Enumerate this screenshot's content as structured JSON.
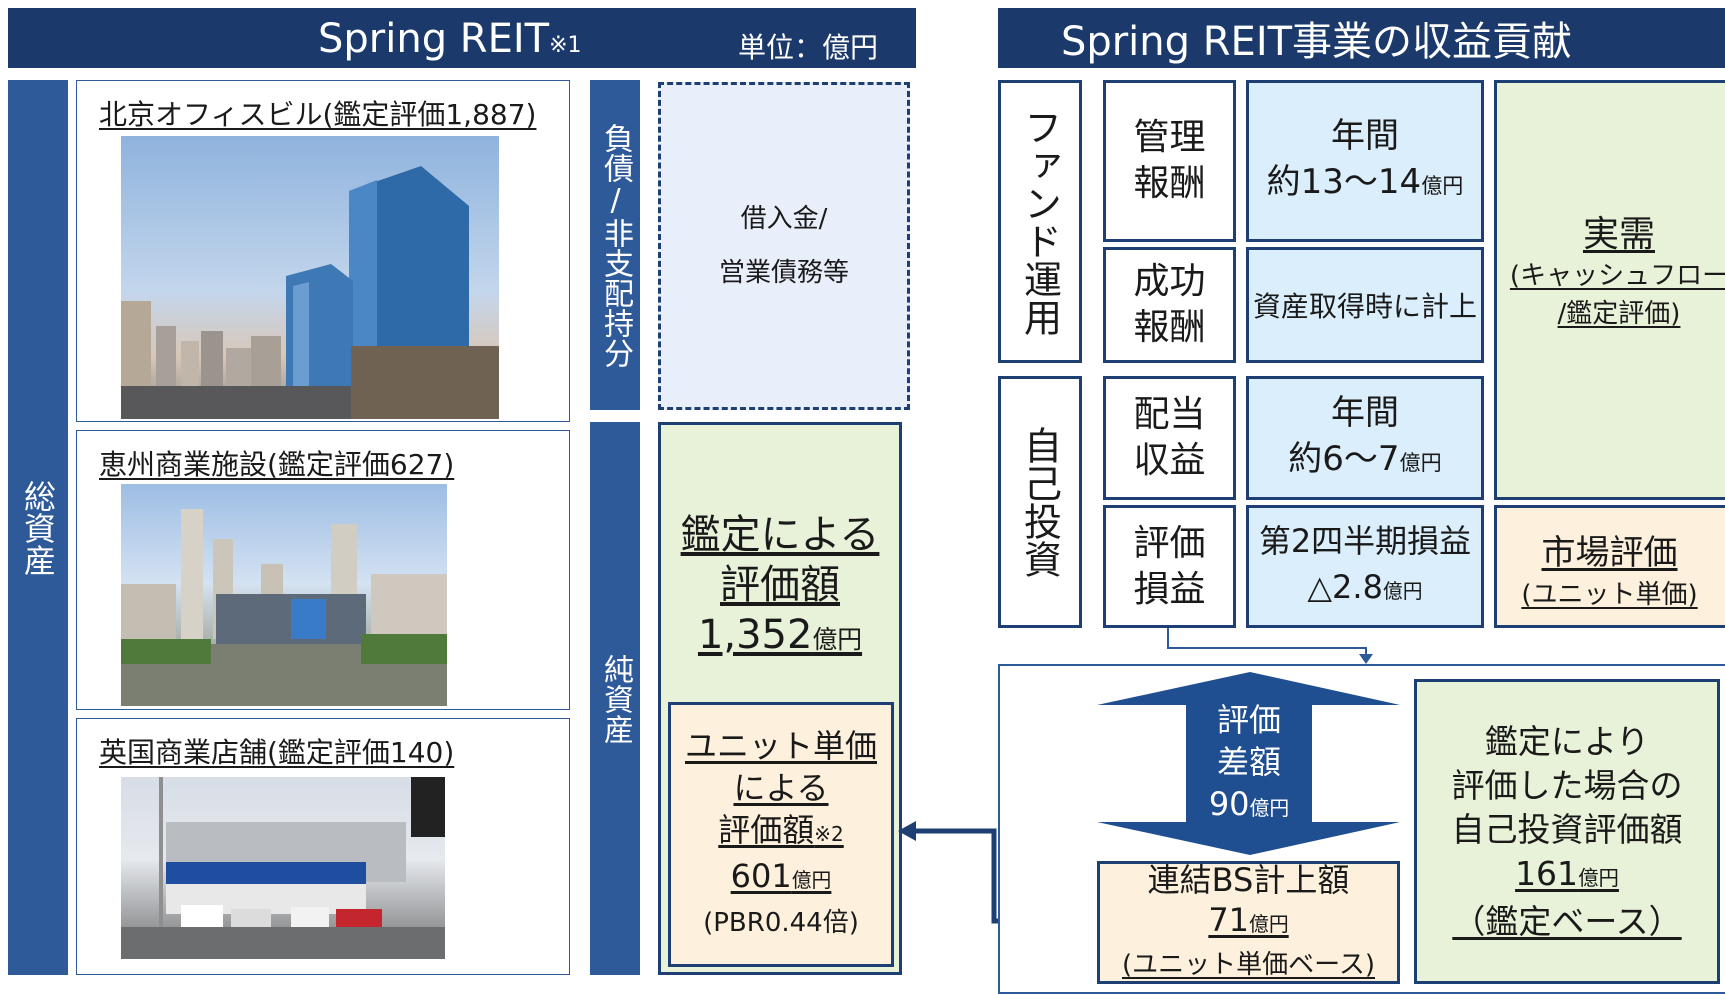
{
  "left_panel": {
    "title": "Spring REIT",
    "title_note": "※1",
    "unit": "単位：億円",
    "total_assets": "総資産",
    "properties": [
      {
        "name": "北京オフィスビル(鑑定評価1,887)"
      },
      {
        "name": "恵州商業施設(鑑定評価627)"
      },
      {
        "name": "英国商業店舗(鑑定評価140)"
      }
    ],
    "liability_label": "負債/非支配持分",
    "liability_box": [
      "借入金/",
      "営業債務等"
    ],
    "net_assets": "純資産",
    "appraisal": {
      "line1": "鑑定による",
      "line2": "評価額",
      "value": "1,352",
      "unit": "億円"
    },
    "unit_price": {
      "line1": "ユニット単価",
      "line2": "による",
      "line3": "評価額",
      "note": "※2",
      "value": "601",
      "unit": "億円",
      "pbr": "(PBR0.44倍)"
    }
  },
  "right_panel": {
    "title": "Spring REIT事業の収益貢献",
    "fund_ops": "ファンド運用",
    "self_invest": "自己投資",
    "rows": [
      {
        "label": [
          "管理",
          "報酬"
        ],
        "value_line1": "年間",
        "value_line2": "約13〜14",
        "unit": "億円"
      },
      {
        "label": [
          "成功",
          "報酬"
        ],
        "value_line1": "資産取得時に計上",
        "value_line2": "",
        "unit": ""
      },
      {
        "label": [
          "配当",
          "収益"
        ],
        "value_line1": "年間",
        "value_line2": "約6〜7",
        "unit": "億円"
      },
      {
        "label": [
          "評価",
          "損益"
        ],
        "value_line1": "第2四半期損益",
        "value_line2": "△2.8",
        "unit": "億円"
      }
    ],
    "actual_demand": {
      "title": "実需",
      "line2": "(キャッシュフロー",
      "line3": "/鑑定評価)"
    },
    "market_value": {
      "title": "市場評価",
      "sub": "(ユニット単価)"
    },
    "diff": {
      "line1": "評価",
      "line2": "差額",
      "value": "90",
      "unit": "億円"
    },
    "consolidated": {
      "line1": "連結BS計上額",
      "value": "71",
      "unit": "億円",
      "sub": "(ユニット単価ベース)"
    },
    "appraisal_self": {
      "line1": "鑑定により",
      "line2": "評価した場合の",
      "line3": "自己投資評価額",
      "value": "161",
      "unit": "億円",
      "sub": "（鑑定ベース）"
    }
  },
  "colors": {
    "header": "#1b3a6b",
    "navy_bar": "#2f5a99",
    "light_blue": "#dbeefb",
    "light_green": "#e8f2d9",
    "peach": "#fdf0dc"
  }
}
